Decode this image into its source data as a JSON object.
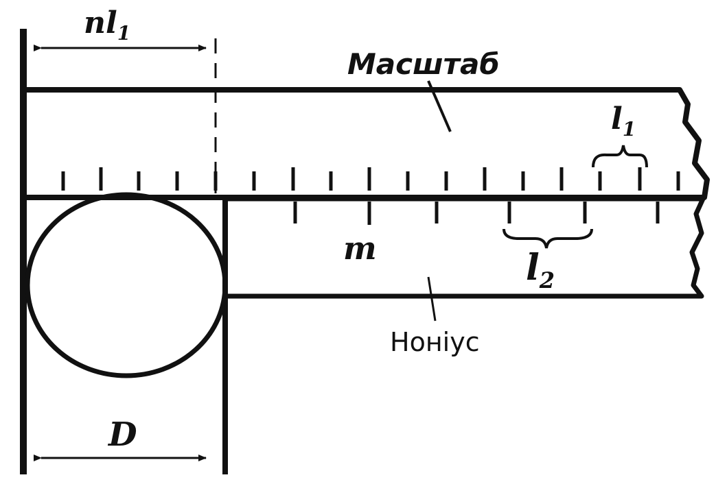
{
  "labels": {
    "n_l1": "nl",
    "n_l1_sub": "1",
    "scale": "Масштаб",
    "l1": "l",
    "l1_sub": "1",
    "m": "m",
    "l2": "l",
    "l2_sub": "2",
    "vernier": "Ноніус",
    "D": "D"
  },
  "colors": {
    "ink": "#111111",
    "background": "#ffffff"
  }
}
